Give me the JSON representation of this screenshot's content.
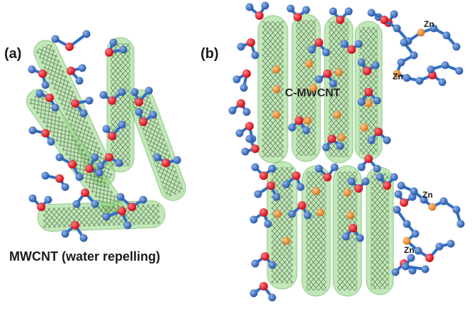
{
  "panel_a_label": "(a)",
  "panel_b_label": "(b)",
  "caption_a": "MWCNT (water repelling)",
  "zn_label": "Zn",
  "ghost_label": "C-MWCNT",
  "colors": {
    "tube_fill": "#8fd47e",
    "tube_edge": "#5fae55",
    "lattice": "#2f4a2f",
    "bond": "#2f6fc4",
    "oxygen": "#e0141b",
    "hydrogen": "#2f62b5",
    "zinc": "#e8892c"
  }
}
